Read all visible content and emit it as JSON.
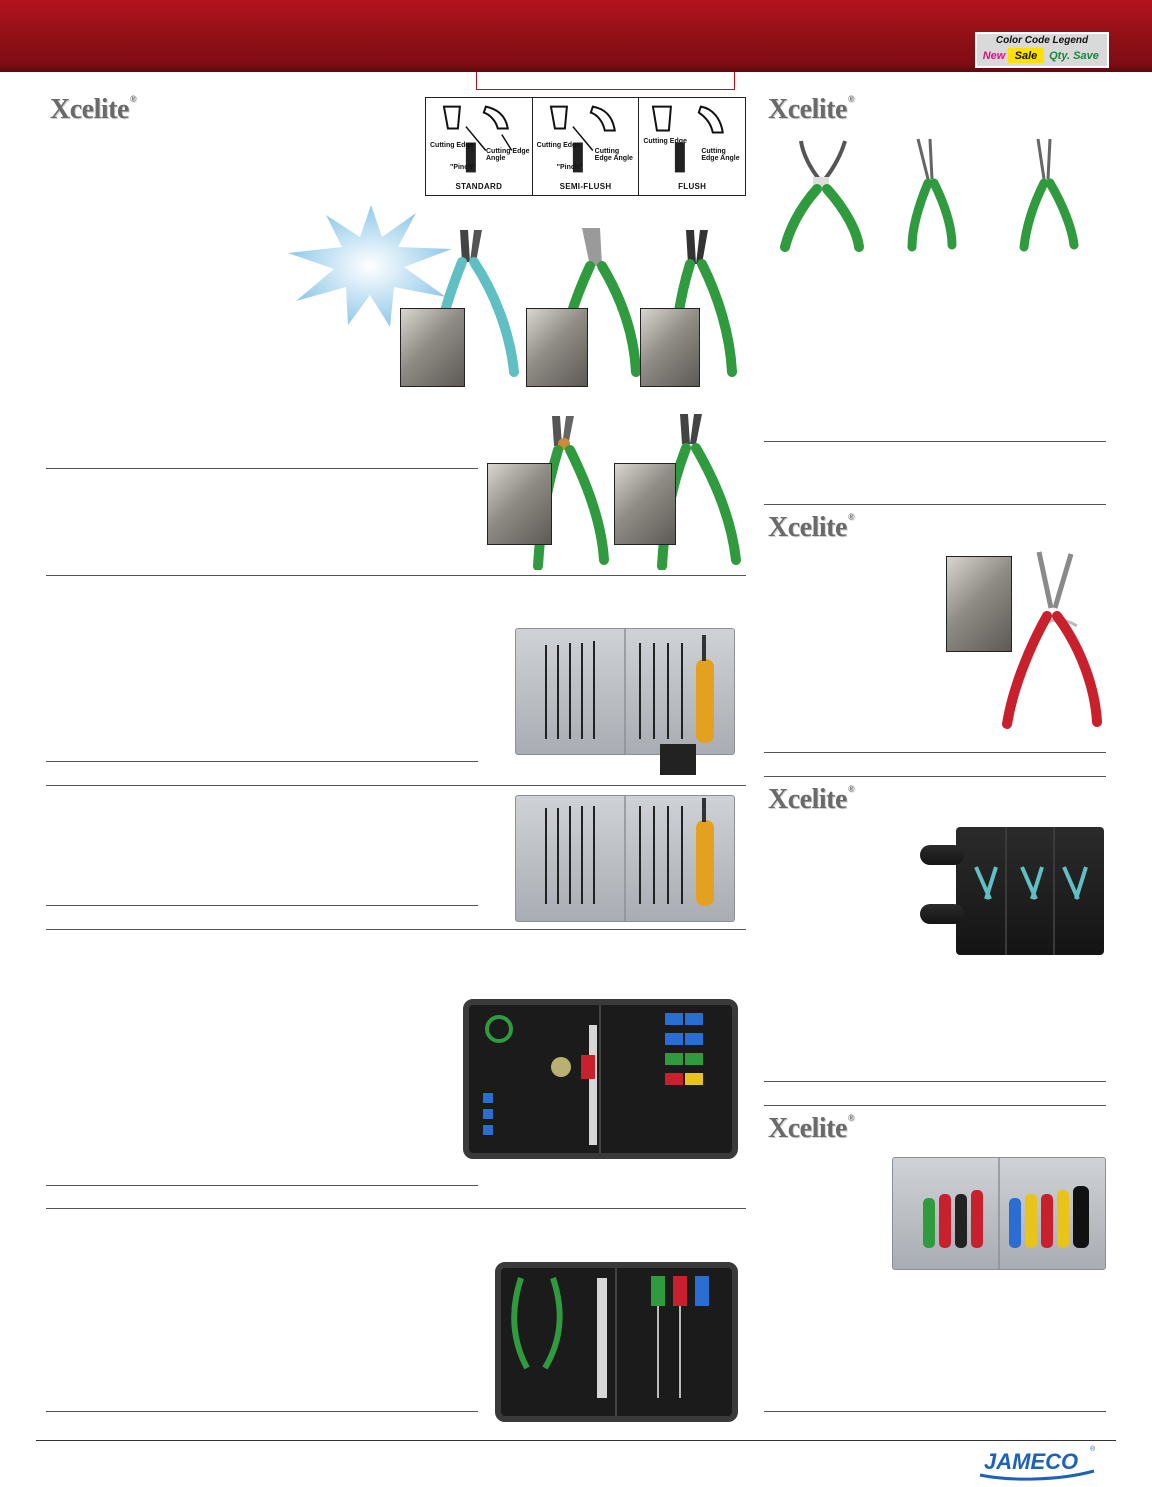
{
  "legend": {
    "title": "Color Code Legend",
    "new": "New",
    "sale": "Sale",
    "qty_save": "Qty. Save",
    "colors": {
      "new": "#d0148c",
      "sale": "#ffe100",
      "qty_save": "#16883a"
    }
  },
  "brands": {
    "xcelite_1": "Xcelite",
    "xcelite_2": "Xcelite",
    "xcelite_3": "Xcelite",
    "xcelite_4": "Xcelite",
    "xcelite_5": "Xcelite"
  },
  "cutter_diagram": {
    "panels": [
      {
        "caption": "STANDARD",
        "label_edge": "Cutting Edge",
        "label_pinch": "\"Pinch\"",
        "label_angle": "Cutting Edge Angle"
      },
      {
        "caption": "SEMI-FLUSH",
        "label_edge": "Cutting Edge",
        "label_pinch": "\"Pinch\"",
        "label_angle": "Cutting Edge Angle"
      },
      {
        "caption": "FLUSH",
        "label_edge": "Cutting Edge",
        "label_pinch": "",
        "label_angle": "Cutting Edge Angle"
      }
    ]
  },
  "footer": {
    "logo_text": "JAMECO"
  },
  "colors": {
    "header_red": "#b3141c",
    "handle_green": "#2f9a3e",
    "handle_teal": "#5fbfc2",
    "handle_red": "#c8202c"
  }
}
